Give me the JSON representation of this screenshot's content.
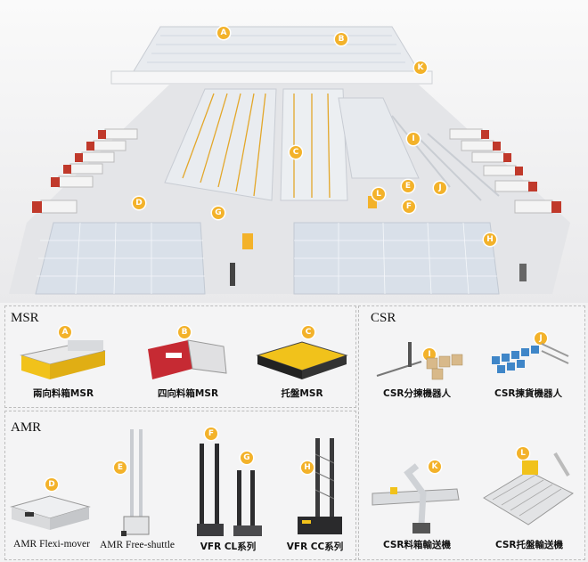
{
  "callouts": {
    "A": "A",
    "B": "B",
    "C": "C",
    "D": "D",
    "E": "E",
    "F": "F",
    "G": "G",
    "H": "H",
    "I": "I",
    "J": "J",
    "K": "K",
    "L": "L"
  },
  "msr": {
    "title": "MSR",
    "items": [
      {
        "tag": "A",
        "label": "兩向料箱MSR"
      },
      {
        "tag": "B",
        "label": "四向料箱MSR"
      },
      {
        "tag": "C",
        "label": "托盤MSR"
      }
    ]
  },
  "csr": {
    "title": "CSR",
    "items": [
      {
        "tag": "I",
        "label": "CSR分揀機器人"
      },
      {
        "tag": "J",
        "label": "CSR揀貨機器人"
      },
      {
        "tag": "K",
        "label": "CSR料箱輸送機"
      },
      {
        "tag": "L",
        "label": "CSR托盤輸送機"
      }
    ]
  },
  "amr": {
    "title": "AMR",
    "items": [
      {
        "tag": "D",
        "label": "AMR Flexi-mover"
      },
      {
        "tag": "E",
        "label": "AMR Free-shuttle"
      },
      {
        "tag": "F",
        "label": "VFR CL系列"
      },
      {
        "tag": "G",
        "label": "VFR CC系列"
      },
      {
        "tag": "H",
        "label": ""
      }
    ]
  },
  "colors": {
    "accent": "#f3b22a",
    "yellow_robot": "#f1c21b",
    "red_robot": "#c62a33",
    "truck_red": "#c0392b",
    "rack_blue": "#9fb8d4"
  }
}
